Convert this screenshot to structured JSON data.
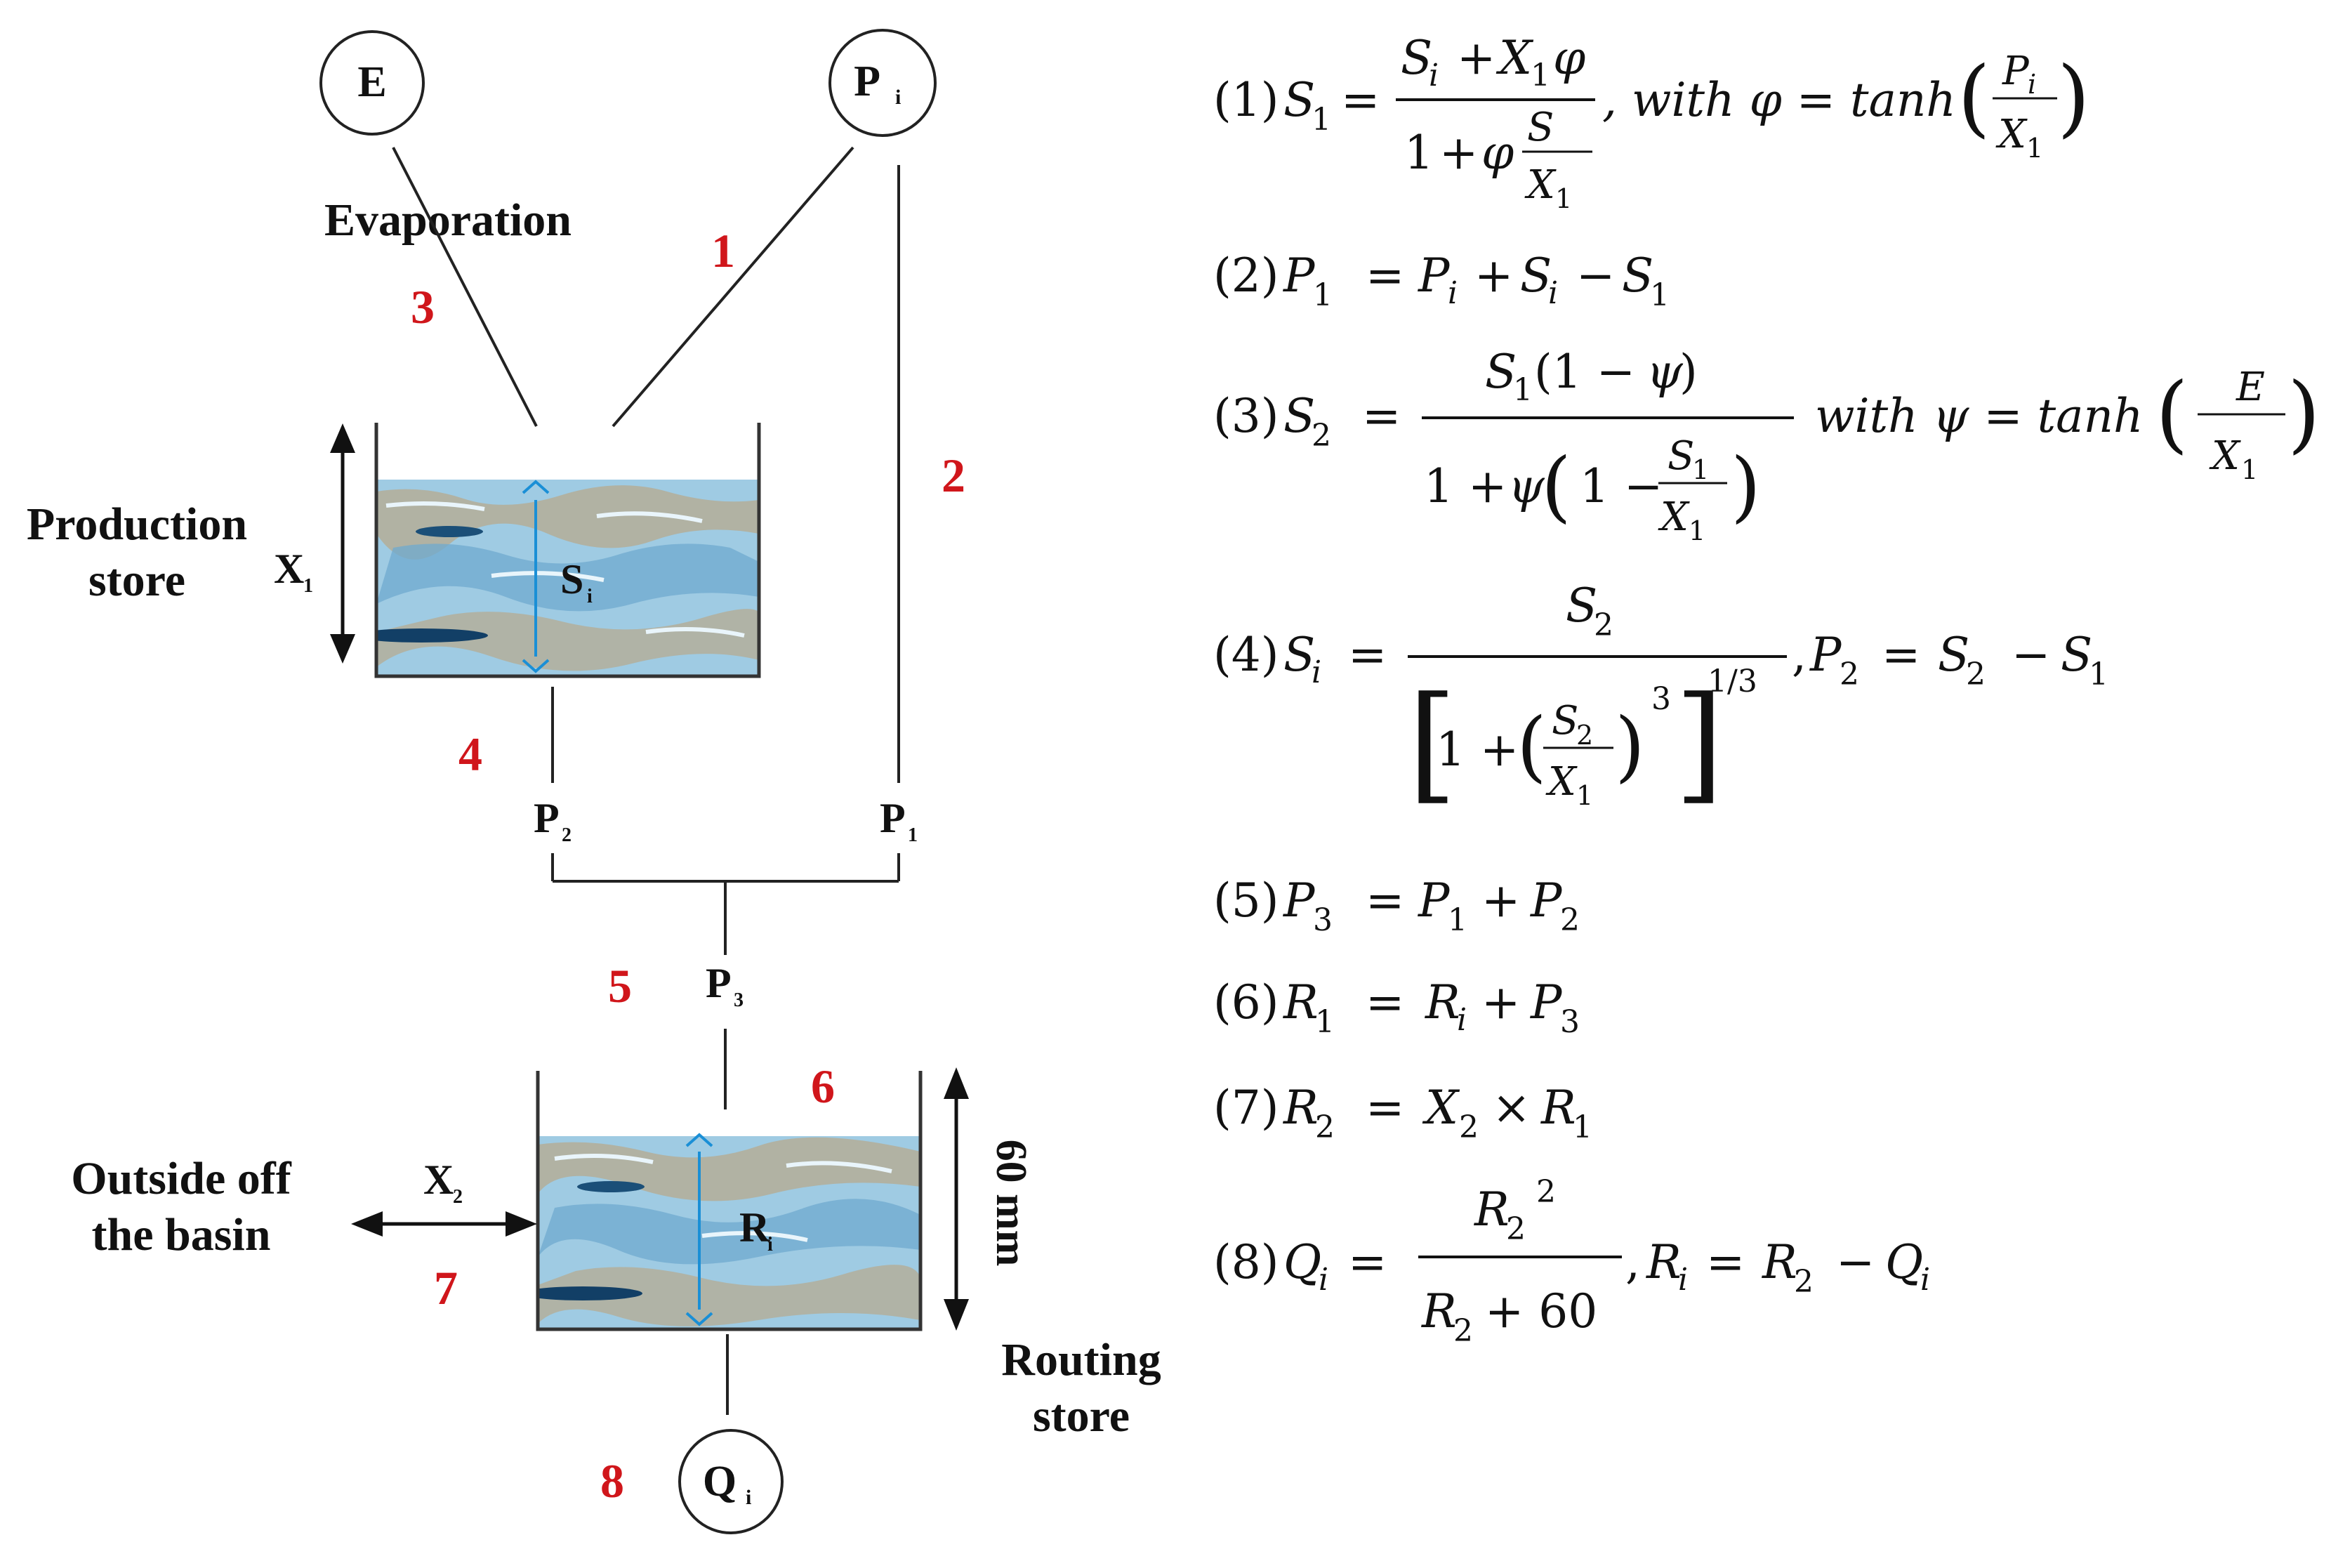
{
  "diagram": {
    "nodes": {
      "evaporation_node": "E",
      "precip_node": "P",
      "precip_node_sub": "i",
      "flow_node": "Q",
      "flow_node_sub": "i"
    },
    "labels": {
      "evaporation": "Evaporation",
      "production_store_line1": "Production",
      "production_store_line2": "store",
      "x1": "X",
      "x1_sub": "1",
      "si": "S",
      "si_sub": "i",
      "p2": "P",
      "p2_sub": "2",
      "p1": "P",
      "p1_sub": "1",
      "p3": "P",
      "p3_sub": "3",
      "outside_line1": "Outside off",
      "outside_line2": "the basin",
      "x2": "X",
      "x2_sub": "2",
      "ri": "R",
      "ri_sub": "i",
      "depth": "60 mm",
      "routing_store_line1": "Routing",
      "routing_store_line2": "store"
    },
    "step_numbers": [
      "1",
      "2",
      "3",
      "4",
      "5",
      "6",
      "7",
      "8"
    ],
    "colors": {
      "step_number": "#d0161b",
      "water_arrow": "#1a8fd6",
      "water_light": "#9fcbe3",
      "water_tan": "#b5ab92",
      "water_dark": "#1b4f78"
    }
  },
  "equations": [
    {
      "num": "(1)"
    },
    {
      "num": "(2)"
    },
    {
      "num": "(3)"
    },
    {
      "num": "(4)"
    },
    {
      "num": "(5)"
    },
    {
      "num": "(6)"
    },
    {
      "num": "(7)"
    },
    {
      "num": "(8)"
    }
  ]
}
